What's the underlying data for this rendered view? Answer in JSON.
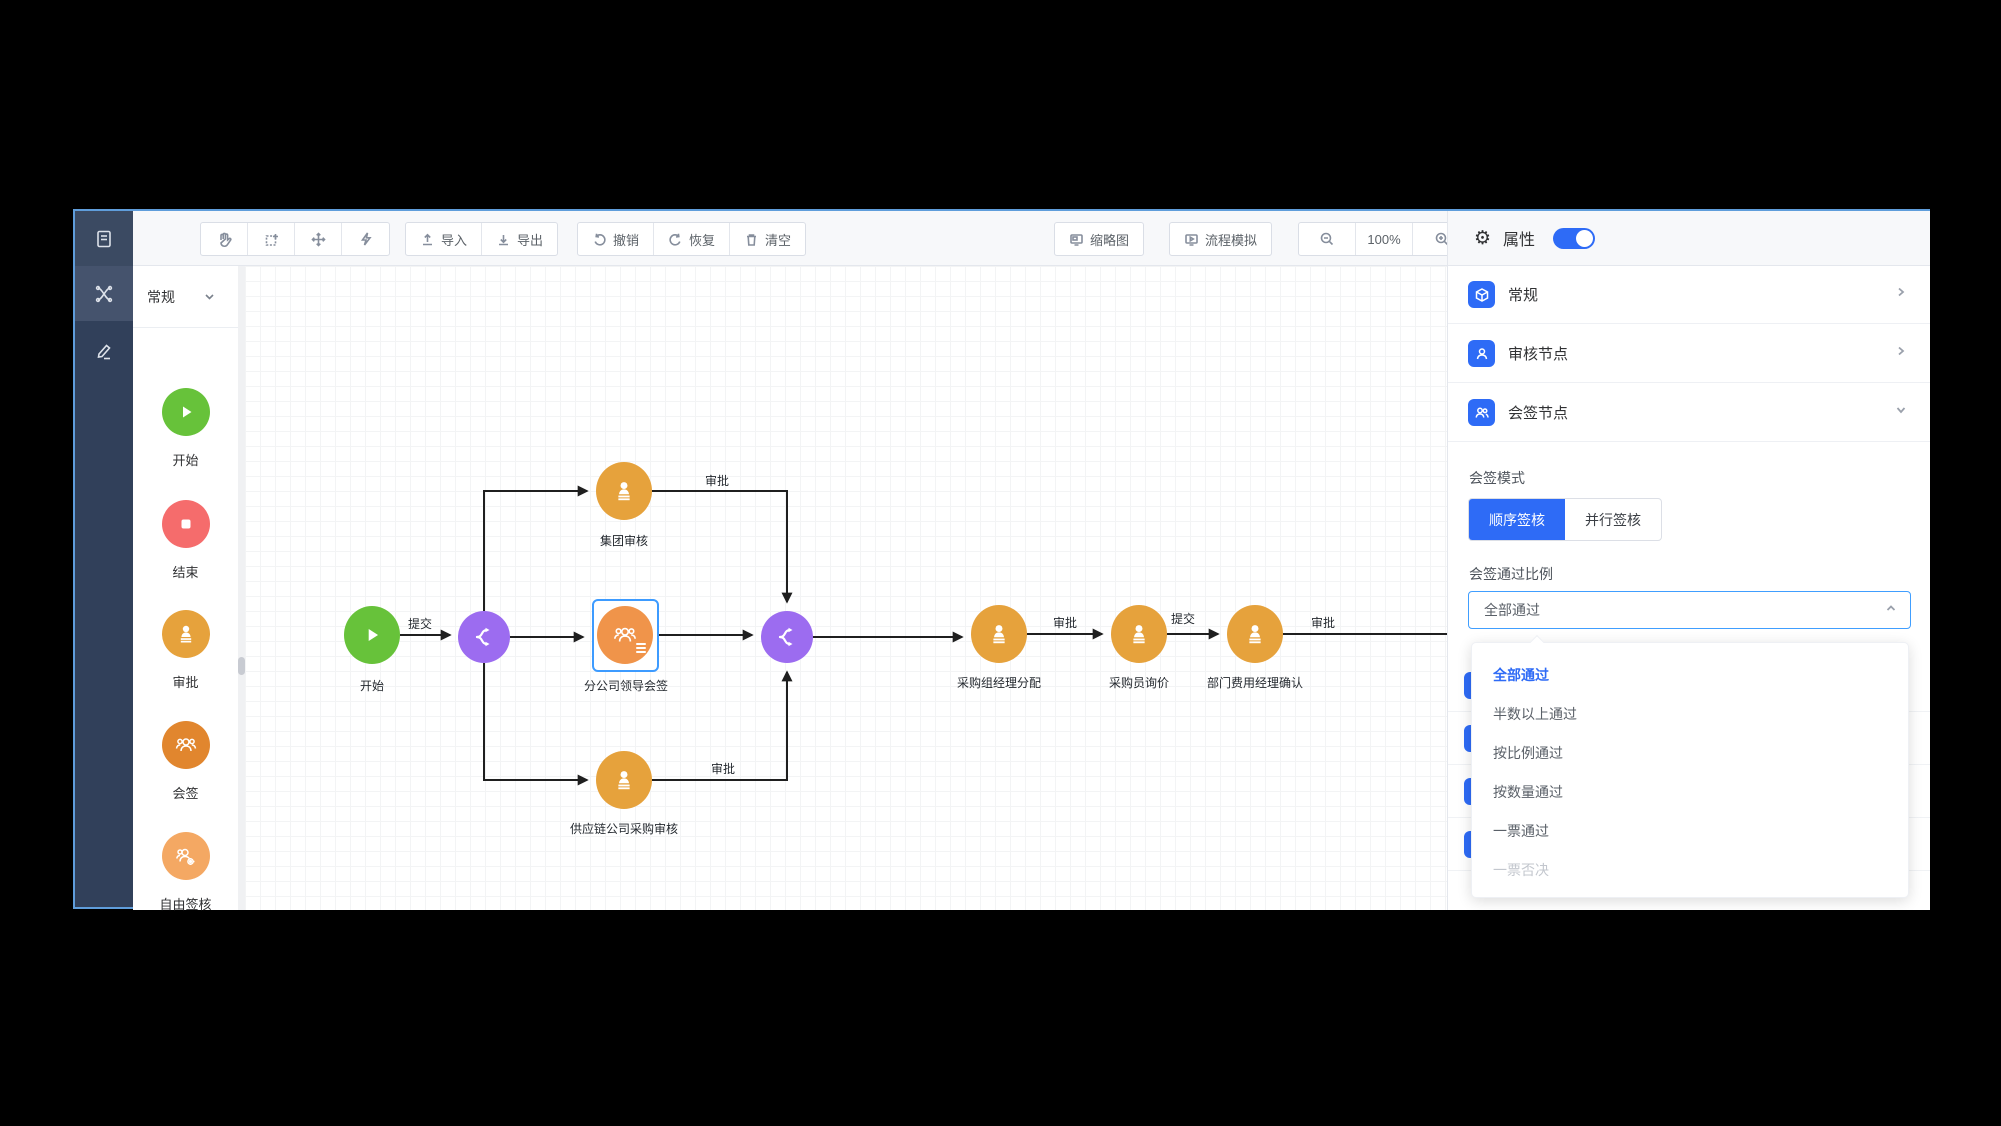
{
  "activity_bar": {
    "items": [
      {
        "icon": "document-icon"
      },
      {
        "icon": "workflow-icon",
        "active": true
      },
      {
        "icon": "pencil-icon"
      }
    ]
  },
  "toolbar": {
    "import_label": "导入",
    "export_label": "导出",
    "undo_label": "撤销",
    "redo_label": "恢复",
    "clear_label": "清空",
    "minimap_label": "缩略图",
    "simulate_label": "流程模拟",
    "zoom_level": "100%"
  },
  "palette": {
    "group_label": "常规",
    "items": [
      {
        "label": "开始",
        "type": "start",
        "color": "#67c23a"
      },
      {
        "label": "结束",
        "type": "end",
        "color": "#f56c6c"
      },
      {
        "label": "审批",
        "type": "approve",
        "color": "#e6a23c"
      },
      {
        "label": "会签",
        "type": "countersign",
        "color": "#e1862e"
      },
      {
        "label": "自由签核",
        "type": "free-sign",
        "color": "#f4a863"
      }
    ]
  },
  "canvas": {
    "nodes": [
      {
        "label": "开始"
      },
      {
        "label": "集团审核"
      },
      {
        "label": "分公司领导会签",
        "selected": true
      },
      {
        "label": "供应链公司采购审核"
      },
      {
        "label": "采购组经理分配"
      },
      {
        "label": "采购员询价"
      },
      {
        "label": "部门费用经理确认"
      }
    ],
    "edge_labels": [
      {
        "text": "提交"
      },
      {
        "text": "审批"
      },
      {
        "text": "审批"
      },
      {
        "text": "审批"
      },
      {
        "text": "提交"
      },
      {
        "text": "审批"
      }
    ]
  },
  "panel": {
    "title": "属性",
    "toggle_on": true,
    "sections": [
      {
        "label": "常规",
        "expanded": false
      },
      {
        "label": "审核节点",
        "expanded": false
      },
      {
        "label": "会签节点",
        "expanded": true
      }
    ],
    "sign_mode_label": "会签模式",
    "sign_mode_options": [
      {
        "label": "顺序签核",
        "active": true
      },
      {
        "label": "并行签核",
        "active": false
      }
    ],
    "pass_ratio_label": "会签通过比例",
    "pass_ratio_value": "全部通过",
    "pass_ratio_options": [
      {
        "label": "全部通过",
        "selected": true
      },
      {
        "label": "半数以上通过"
      },
      {
        "label": "按比例通过"
      },
      {
        "label": "按数量通过"
      },
      {
        "label": "一票通过"
      },
      {
        "label": "一票否决",
        "disabled": true
      }
    ],
    "accent_color": "#2e6bf6",
    "focus_border_color": "#409eff"
  }
}
